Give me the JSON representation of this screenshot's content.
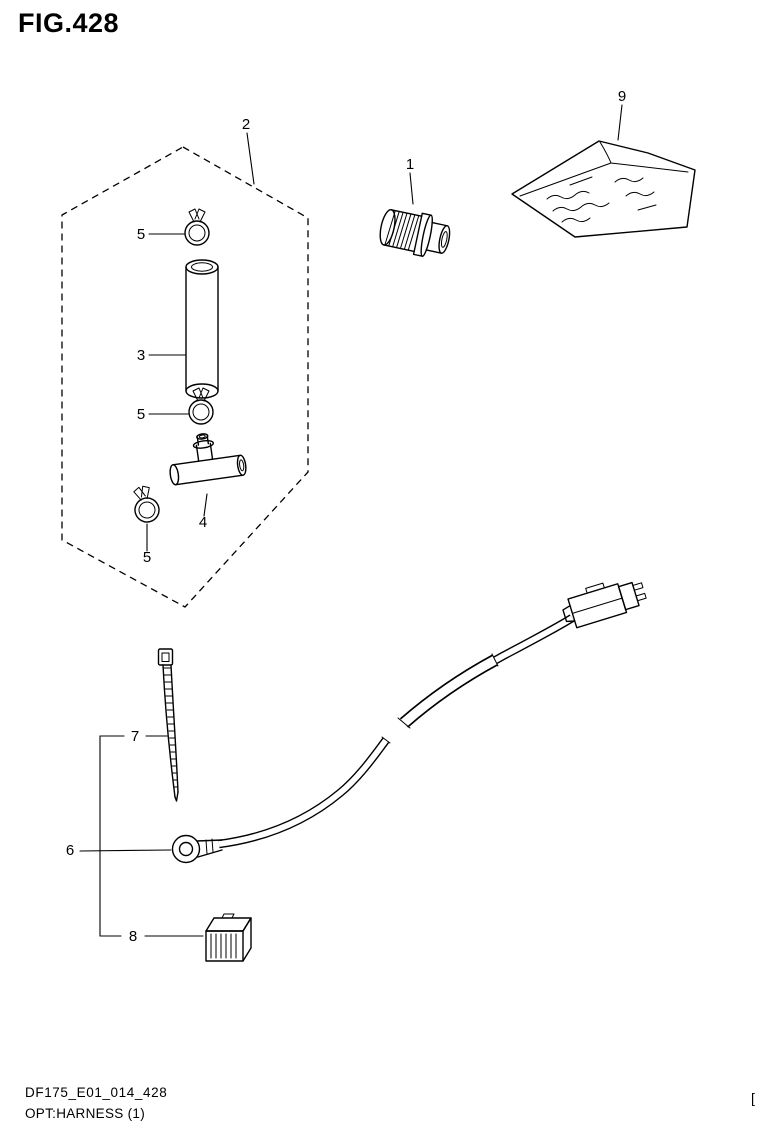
{
  "header": {
    "title": "FIG.428"
  },
  "callouts": [
    {
      "ref": "2",
      "part": "hose-kit-group-boundary"
    },
    {
      "ref": "9",
      "part": "instruction-bag"
    },
    {
      "ref": "1",
      "part": "threaded-plug"
    },
    {
      "ref": "5",
      "part": "hose-clamp-upper"
    },
    {
      "ref": "3",
      "part": "hose-tube"
    },
    {
      "ref": "5",
      "part": "hose-clamp-middle"
    },
    {
      "ref": "4",
      "part": "three-way-joint"
    },
    {
      "ref": "5",
      "part": "hose-clamp-lower"
    },
    {
      "ref": "7",
      "part": "cable-tie"
    },
    {
      "ref": "6",
      "part": "harness-lead-wire"
    },
    {
      "ref": "8",
      "part": "fuse-block"
    }
  ],
  "footer": {
    "code": "DF175_E01_014_428",
    "caption": "OPT:HARNESS (1)",
    "corner_mark": "["
  },
  "colors": {
    "line": "#000000",
    "background": "#ffffff"
  }
}
